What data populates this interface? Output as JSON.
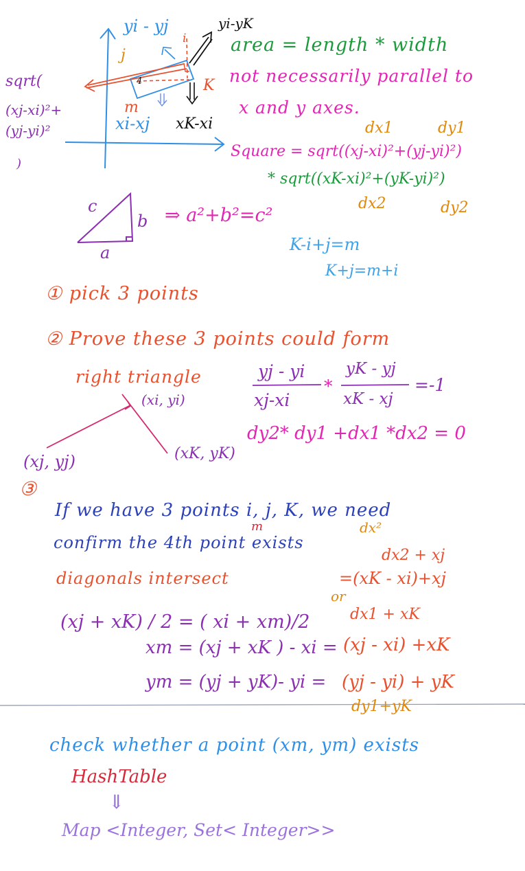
{
  "colors": {
    "blue": "#2f8fe6",
    "green": "#1a9a3a",
    "purple": "#8a2fb0",
    "orange": "#e0880c",
    "red": "#e8502e",
    "magenta": "#e225b2",
    "dark_blue": "#2c41b8",
    "light_purple": "#9a72dc",
    "divider": "#8a96ab"
  },
  "sketch": {
    "yi_yj": "yi - yj",
    "yi_yk": "yi-yK",
    "label_i": "i",
    "label_j": "j",
    "label_k": "K",
    "label_m": "m",
    "label_4": "4",
    "xi_xj": "xi-xj",
    "xk_xi": "xK-xi"
  },
  "sqrt_note": {
    "line1": "sqrt(",
    "line2": "(xj-xi)²+",
    "line3": "(yj-yi)²",
    "line4": ")"
  },
  "area_note": {
    "line1": "area = length * width",
    "line2": "not necessarily parallel to",
    "line3": "x and y axes."
  },
  "square_formula": {
    "dx1": "dx1",
    "dy1": "dy1",
    "line1": "Square = sqrt((xj-xi)²+(yj-yi)²)",
    "line2": "* sqrt((xK-xi)²+(yK-yi)²)",
    "dx2": "dx2",
    "dy2": "dy2"
  },
  "triangle": {
    "c": "c",
    "b": "b",
    "a": "a",
    "formula": "⇒ a²+b²=c²"
  },
  "index_eq": {
    "line1": "K-i+j=m",
    "line2": "K+j=m+i"
  },
  "step1": "① pick 3 points",
  "step2": {
    "line1": "② Prove these 3 points could form",
    "line2": "right triangle"
  },
  "right_triangle_points": {
    "pi": "(xi, yi)",
    "pj": "(xj, yj)",
    "pk": "(xK, yK)"
  },
  "slope_eq": {
    "num1": "yj - yi",
    "den1": "xj-xi",
    "num2": "yK - yj",
    "den2": "xK - xj",
    "times": "*",
    "result": "=-1",
    "dot": "dy2* dy1 +dx1 *dx2 = 0"
  },
  "step3": {
    "num": "③",
    "line1": "If we have 3 points i, j, K, we need",
    "m": "m",
    "dx2": "dx²",
    "line2": "confirm the 4th point exists",
    "line3": "diagonals intersect"
  },
  "right_notes": {
    "dx2_xj": "dx2 + xj",
    "expr1": "=(xK - xi)+xj",
    "or": "or",
    "dx1_xk": "dx1 + xK"
  },
  "midpoint": {
    "line1": "(xj + xK) / 2 = ( xi + xm)/2",
    "line2": "xm = (xj + xK ) - xi =",
    "line2_right": "(xj - xi) +xK",
    "line3": "ym = (yj + yK)- yi =",
    "line3_right": "(yj - yi) + yK",
    "note": "dy1+yK"
  },
  "bottom": {
    "check": "check whether a point (xm, ym) exists",
    "hashtable": "HashTable",
    "arrow": "⇓",
    "map": "Map <Integer, Set< Integer>>"
  }
}
